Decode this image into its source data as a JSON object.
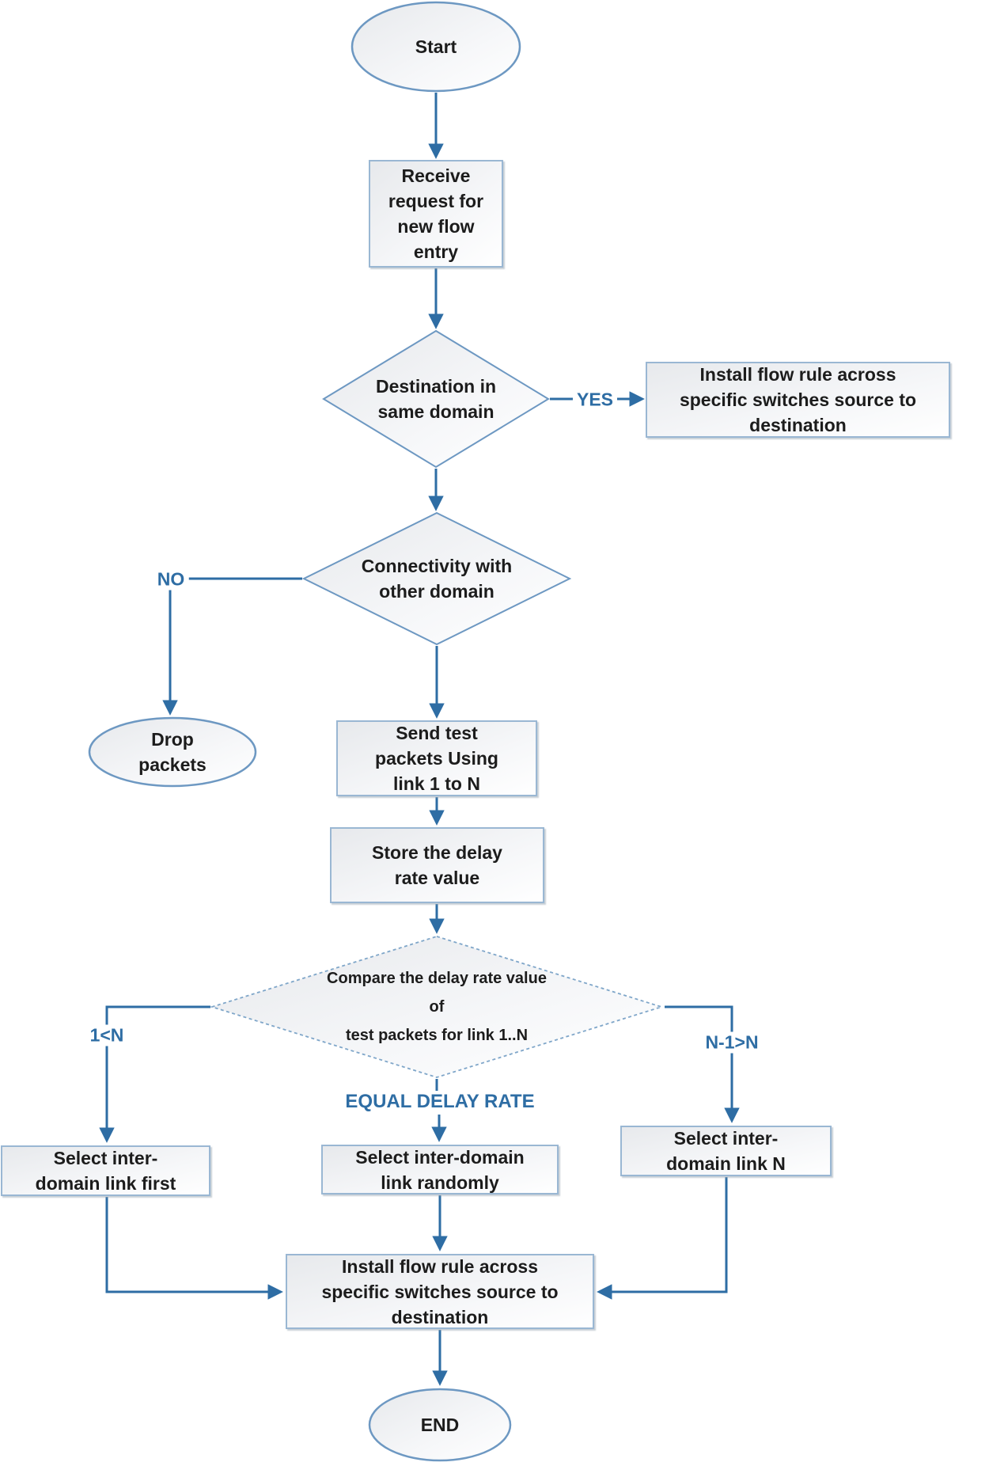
{
  "nodes": {
    "start": {
      "label": "Start"
    },
    "receive": {
      "label": "Receive\nrequest for\nnew flow\nentry"
    },
    "destination": {
      "label": "Destination in\nsame domain"
    },
    "install_top": {
      "label": "Install flow rule across\nspecific switches source to\ndestination"
    },
    "connectivity": {
      "label": "Connectivity with\nother domain"
    },
    "drop": {
      "label": "Drop\npackets"
    },
    "send_test": {
      "label": "Send test\npackets Using\nlink 1 to N"
    },
    "store_delay": {
      "label": "Store the delay\nrate value"
    },
    "compare": {
      "label": "Compare the delay rate value\nof\ntest packets for link 1..N"
    },
    "select_first": {
      "label": "Select inter-\ndomain link first"
    },
    "select_random": {
      "label": "Select inter-domain\nlink randomly"
    },
    "select_n": {
      "label": "Select inter-\ndomain link N"
    },
    "install_bottom": {
      "label": "Install flow rule across\nspecific switches source to\ndestination"
    },
    "end": {
      "label": "END"
    }
  },
  "edge_labels": {
    "yes": "YES",
    "no": "NO",
    "left": "1<N",
    "right": "N-1>N",
    "equal": "EQUAL DELAY RATE"
  },
  "colors": {
    "arrow": "#2e6da4",
    "accent": "#2e6da4",
    "text": "#1c1c1c",
    "rect-stroke": "#9ab7d3",
    "shape-stroke": "#6d98c2",
    "dash-stroke": "#7fa6c9"
  }
}
